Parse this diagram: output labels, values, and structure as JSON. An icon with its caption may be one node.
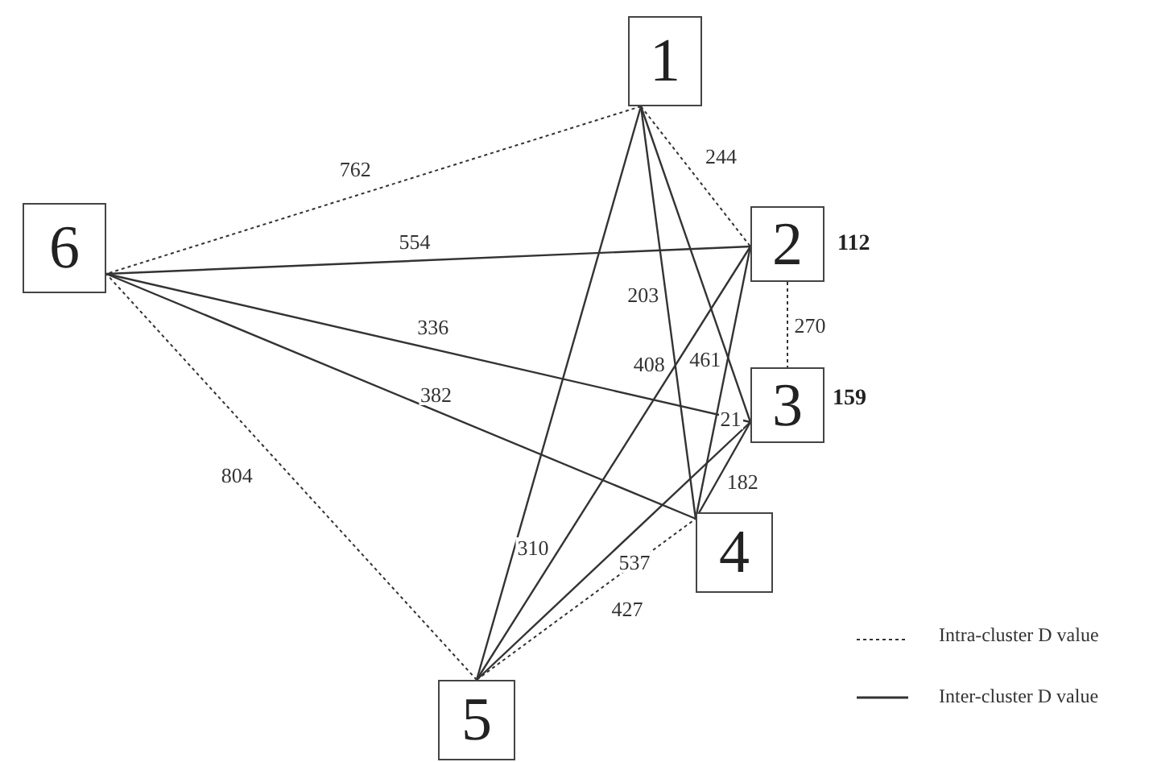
{
  "diagram": {
    "nodes": [
      {
        "text": [
          "1"
        ]
      },
      {
        "text": [
          "2"
        ],
        "beside": [
          "112"
        ]
      },
      {
        "text": [
          "3"
        ],
        "beside": [
          "159"
        ]
      },
      {
        "text": [
          "4"
        ]
      },
      {
        "text": [
          "5"
        ]
      },
      {
        "text": [
          "6"
        ]
      }
    ],
    "edges": [
      {
        "from": 0,
        "to": 5,
        "arrow": "none",
        "style": "dashed",
        "label": "762"
      },
      {
        "from": 0,
        "to": 1,
        "arrow": "none",
        "style": "dashed",
        "label": "244"
      },
      {
        "from": 5,
        "to": 1,
        "arrow": "none",
        "label": "554"
      },
      {
        "from": 1,
        "to": 2,
        "arrow": "none",
        "style": "dashed",
        "label": "270"
      },
      {
        "from": 5,
        "to": 2,
        "arrow": "none",
        "label": "336"
      },
      {
        "from": 5,
        "to": 3,
        "arrow": "none",
        "label": "382"
      },
      {
        "from": 0,
        "to": 4,
        "arrow": "none",
        "label": "310"
      },
      {
        "from": 0,
        "to": 3,
        "arrow": "none",
        "label": "203"
      },
      {
        "from": 0,
        "to": 2,
        "arrow": "none",
        "label": "461"
      },
      {
        "from": 2,
        "to": 3,
        "arrow": "none",
        "label": "182"
      },
      {
        "from": 1,
        "to": 3,
        "arrow": "none",
        "label": "21"
      },
      {
        "from": 4,
        "to": 2,
        "arrow": "none",
        "label": "537"
      },
      {
        "from": 4,
        "to": 1,
        "arrow": "none",
        "label": "408"
      },
      {
        "from": 4,
        "to": 3,
        "arrow": "none",
        "style": "dashed",
        "label": "427"
      },
      {
        "from": 4,
        "to": 5,
        "arrow": "none",
        "style": "dashed",
        "label": "804"
      }
    ],
    "legend": [
      {
        "text": "Intra-cluster D value"
      },
      {
        "text": "Inter-cluster D value"
      }
    ]
  }
}
